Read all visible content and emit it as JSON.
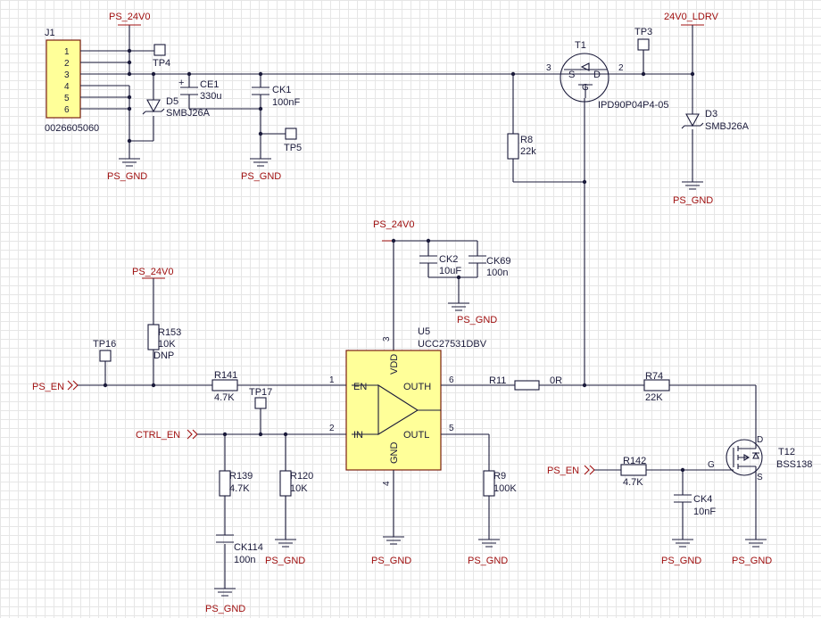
{
  "nets": {
    "ps_24v0": "PS_24V0",
    "ps_gnd": "PS_GND",
    "v24_ldrv": "24V0_LDRV",
    "ps_en": "PS_EN",
    "ctrl_en": "CTRL_EN"
  },
  "j1": {
    "ref": "J1",
    "part": "0026605060",
    "pins": [
      "1",
      "2",
      "3",
      "4",
      "5",
      "6"
    ]
  },
  "d5": {
    "ref": "D5",
    "value": "SMBJ26A"
  },
  "d3": {
    "ref": "D3",
    "value": "SMBJ26A"
  },
  "ce1": {
    "ref": "CE1",
    "value": "330u"
  },
  "ck1": {
    "ref": "CK1",
    "value": "100nF"
  },
  "tp4": "TP4",
  "tp5": "TP5",
  "tp3": "TP3",
  "tp16": "TP16",
  "tp17": "TP17",
  "t1": {
    "ref": "T1",
    "part": "IPD90P04P4-05",
    "pin3": "3",
    "pin2": "2",
    "s": "S",
    "d": "D",
    "g": "G"
  },
  "r8": {
    "ref": "R8",
    "value": "22k"
  },
  "ck2": {
    "ref": "CK2",
    "value": "10uF"
  },
  "ck69": {
    "ref": "CK69",
    "value": "100n"
  },
  "u5": {
    "ref": "U5",
    "part": "UCC27531DBV",
    "vdd": "VDD",
    "gnd": "GND",
    "en": "EN",
    "in": "IN",
    "outh": "OUTH",
    "outl": "OUTL",
    "p1": "1",
    "p2": "2",
    "p3": "3",
    "p4": "4",
    "p5": "5",
    "p6": "6"
  },
  "r153": {
    "ref": "R153",
    "value": "10K",
    "note": "DNP"
  },
  "r141": {
    "ref": "R141",
    "value": "4.7K"
  },
  "r139": {
    "ref": "R139",
    "value": "4.7K"
  },
  "r120": {
    "ref": "R120",
    "value": "10K"
  },
  "ck114": {
    "ref": "CK114",
    "value": "100n"
  },
  "r11": {
    "ref": "R11",
    "value": "0R"
  },
  "r9": {
    "ref": "R9",
    "value": "100K"
  },
  "r74": {
    "ref": "R74",
    "value": "22K"
  },
  "r142": {
    "ref": "R142",
    "value": "4.7K"
  },
  "ck4": {
    "ref": "CK4",
    "value": "10nF"
  },
  "t12": {
    "ref": "T12",
    "part": "BSS138",
    "d": "D",
    "g": "G",
    "s": "S"
  }
}
